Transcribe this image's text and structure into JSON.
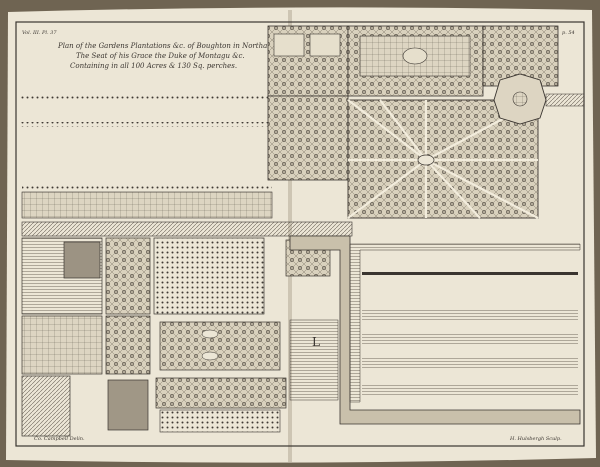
{
  "plate": {
    "page_left": "Vol. III. Pl. 37",
    "page_right": "p. 54",
    "title_lines": [
      "Plan of the Gardens Plantations &c. of Boughton in Northampton Shire.",
      "The Seat of his Grace the Duke of Montagu &c.",
      "Containing in all 100 Acres & 130 Sq. perches."
    ],
    "letter_mark": "L",
    "signature_left": "Co. Campbell Delin.",
    "signature_right": "H. Hulsbergh Sculp."
  },
  "colors": {
    "paper": "#ece6d6",
    "ink": "#3a3530",
    "background": "#7a6e5c"
  }
}
